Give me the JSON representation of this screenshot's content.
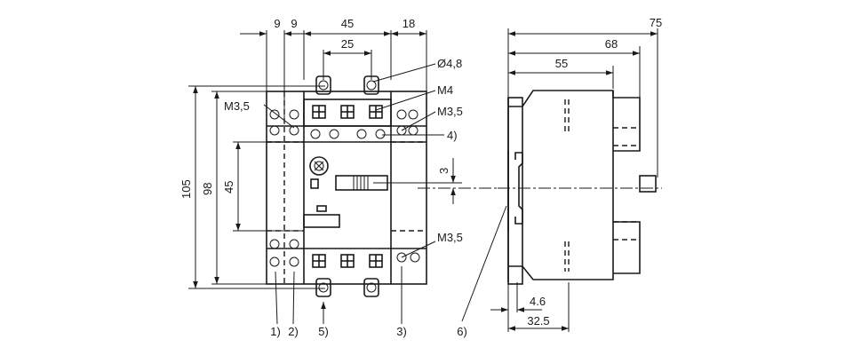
{
  "front_view": {
    "dims_top": [
      "9",
      "9",
      "45",
      "18"
    ],
    "dim_25": "25",
    "dim_hole": "Ø4,8",
    "dim_height_105": "105",
    "dim_height_98": "98",
    "dim_height_45": "45",
    "dim_3": "3",
    "label_m4": "M4",
    "label_m35_left": "M3,5",
    "label_m35_right_top": "M3,5",
    "label_m35_right_bottom": "M3,5",
    "ref_4": "4)",
    "ref_1": "1)",
    "ref_2": "2)",
    "ref_5": "5)",
    "ref_3": "3)"
  },
  "side_view": {
    "dim_75": "75",
    "dim_68": "68",
    "dim_55": "55",
    "dim_46": "4.6",
    "dim_325": "32.5",
    "ref_6": "6)"
  }
}
